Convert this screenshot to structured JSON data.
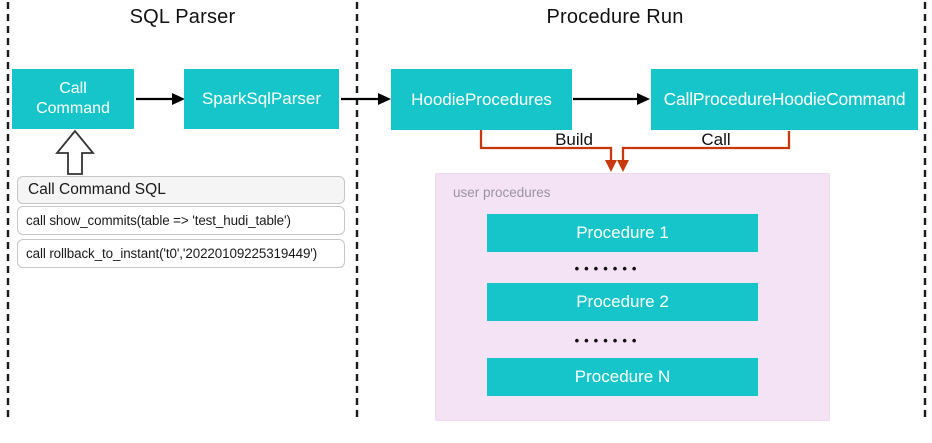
{
  "titles": {
    "sql_parser": "SQL Parser",
    "procedure_run": "Procedure Run"
  },
  "nodes": {
    "call_command": "Call Command",
    "spark_sql_parser": "SparkSqlParser",
    "hoodie_procedures": "HoodieProcedures",
    "call_procedure_hoodie_command": "CallProcedureHoodieCommand"
  },
  "edge_labels": {
    "build": "Build",
    "call": "Call"
  },
  "sql_panel": {
    "header": "Call Command SQL",
    "rows": [
      "call show_commits(table => 'test_hudi_table')",
      "call rollback_to_instant('t0','20220109225319449')"
    ]
  },
  "user_procedures": {
    "label": "user procedures",
    "items": [
      "Procedure 1",
      "Procedure 2",
      "Procedure N"
    ],
    "dots": "•••••••"
  },
  "colors": {
    "node_teal": "#16C5C9",
    "arrow_red": "#C7380C",
    "arrow_black": "#000000",
    "panel_pink": "#F4E3F5",
    "sql_header_bg": "#F5F5F5"
  }
}
